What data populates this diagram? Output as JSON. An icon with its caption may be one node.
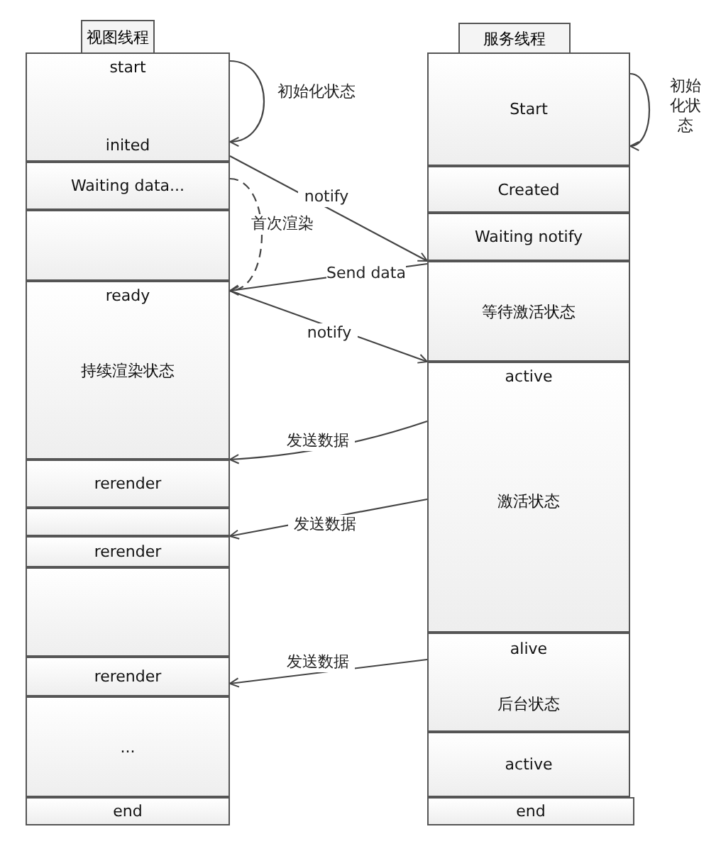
{
  "diagram": {
    "nodes": [
      {
        "text": [
          "视图线程"
        ]
      },
      {
        "text": [
          "start",
          "inited"
        ]
      },
      {
        "text": [
          "Waiting data..."
        ]
      },
      {
        "text": [],
        "shape": "box"
      },
      {
        "text": [
          "ready",
          "持续渲染状态"
        ]
      },
      {
        "text": [
          "rerender"
        ]
      },
      {
        "text": [],
        "shape": "box"
      },
      {
        "text": [
          "rerender"
        ]
      },
      {
        "text": [],
        "shape": "box"
      },
      {
        "text": [
          "rerender"
        ]
      },
      {
        "text": [
          "..."
        ]
      },
      {
        "text": [
          "end"
        ]
      },
      {
        "text": [
          "服务线程"
        ]
      },
      {
        "text": [
          "Start"
        ]
      },
      {
        "text": [
          "Created"
        ]
      },
      {
        "text": [
          "Waiting notify"
        ]
      },
      {
        "text": [
          "等待激活状态"
        ]
      },
      {
        "text": [
          "active",
          "激活状态"
        ]
      },
      {
        "text": [
          "alive",
          "后台状态"
        ]
      },
      {
        "text": [
          "active"
        ]
      },
      {
        "text": [
          "end"
        ]
      }
    ],
    "edges": [
      {
        "from": 1,
        "to": 1,
        "arrow": "to",
        "label": "初始化状态"
      },
      {
        "from": 2,
        "to": 4,
        "arrow": "to",
        "label": "首次渲染",
        "style": "dashed"
      },
      {
        "from": 13,
        "to": 13,
        "arrow": "to",
        "label": "初始化状态"
      },
      {
        "from": 1,
        "to": 15,
        "arrow": "to",
        "label": "notify"
      },
      {
        "from": 16,
        "to": 4,
        "arrow": "to",
        "label": "Send data"
      },
      {
        "from": 4,
        "to": 17,
        "arrow": "to",
        "label": "notify"
      },
      {
        "from": 17,
        "to": 5,
        "arrow": "to",
        "label": "发送数据"
      },
      {
        "from": 17,
        "to": 7,
        "arrow": "to",
        "label": "发送数据"
      },
      {
        "from": 18,
        "to": 9,
        "arrow": "to",
        "label": "发送数据"
      }
    ]
  }
}
